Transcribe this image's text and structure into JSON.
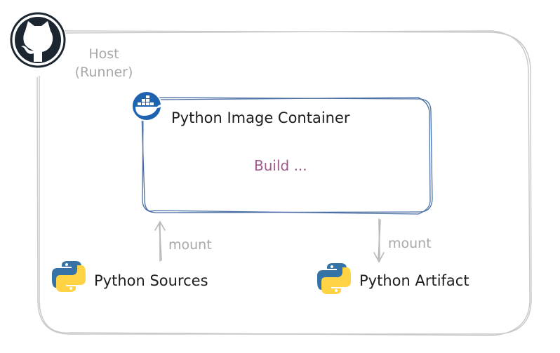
{
  "host": {
    "label_line1": "Host",
    "label_line2": "(Runner)",
    "icon": "github-icon"
  },
  "container": {
    "title": "Python Image Container",
    "body": "Build ...",
    "icon": "docker-icon"
  },
  "mounts": {
    "left": "mount",
    "right": "mount"
  },
  "sources": {
    "label": "Python Sources",
    "icon": "python-icon"
  },
  "artifact": {
    "label": "Python Artifact",
    "icon": "python-icon"
  },
  "colors": {
    "host_border": "#c8c8c8",
    "container_border": "#4a6fa5",
    "build_text": "#a05a8c",
    "github": "#1b2631",
    "docker": "#1d63b0"
  }
}
